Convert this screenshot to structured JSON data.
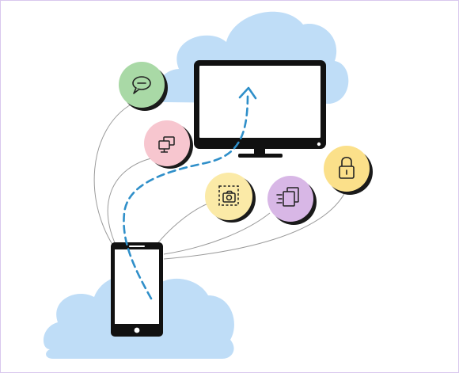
{
  "colors": {
    "cloud": "#bfddf7",
    "device_body": "#111111",
    "device_screen": "#ffffff",
    "arrow": "#2f8fc9",
    "connector_line": "#9a9a9a",
    "badge_shadow": "#1a1a1a"
  },
  "devices": {
    "source": "smartphone",
    "target": "monitor"
  },
  "feature_badges": [
    {
      "name": "messages",
      "icon": "chat-bubble-icon",
      "color": "#a9d9a6"
    },
    {
      "name": "screen-mirroring",
      "icon": "dual-screen-icon",
      "color": "#f7c6cf"
    },
    {
      "name": "screenshot",
      "icon": "camera-frame-icon",
      "color": "#fbeaa7"
    },
    {
      "name": "file-transfer",
      "icon": "documents-icon",
      "color": "#d8b7e6"
    },
    {
      "name": "security",
      "icon": "lock-icon",
      "color": "#fbe08a"
    }
  ]
}
